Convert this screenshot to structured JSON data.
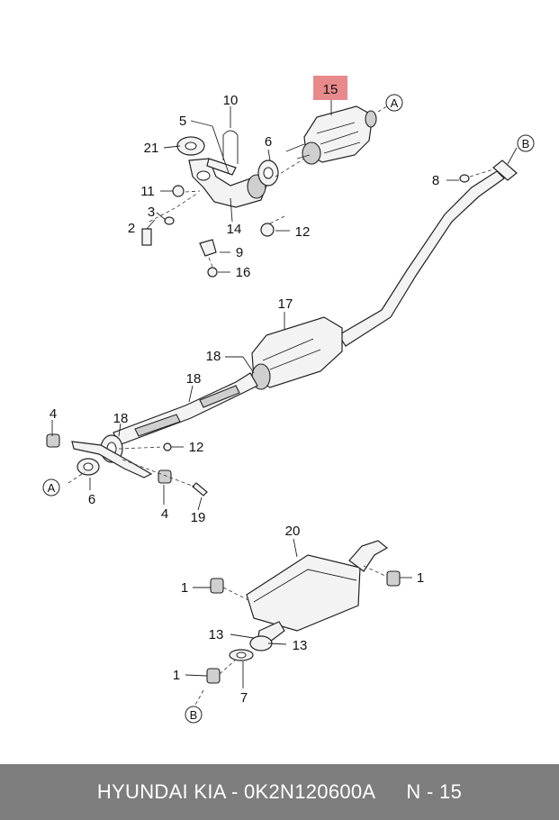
{
  "callouts": {
    "c1a": "1",
    "c1b": "1",
    "c1c": "1",
    "c2": "2",
    "c3": "3",
    "c4a": "4",
    "c4b": "4",
    "c5": "5",
    "c6a": "6",
    "c6b": "6",
    "c7": "7",
    "c8": "8",
    "c9": "9",
    "c10": "10",
    "c11": "11",
    "c12a": "12",
    "c12b": "12",
    "c13a": "13",
    "c13b": "13",
    "c14": "14",
    "c15": "15",
    "c16": "16",
    "c17": "17",
    "c18a": "18",
    "c18b": "18",
    "c18c": "18",
    "c19": "19",
    "c20": "20",
    "c21": "21"
  },
  "refs": {
    "a1": "A",
    "a2": "A",
    "b1": "B",
    "b2": "B"
  },
  "highlight": {
    "part_number": "15",
    "color": "#e8898c"
  },
  "footer": {
    "brand": "HYUNDAI  KIA - 0K2N120600A",
    "page": "N - 15",
    "background": "#7d7d7d"
  }
}
